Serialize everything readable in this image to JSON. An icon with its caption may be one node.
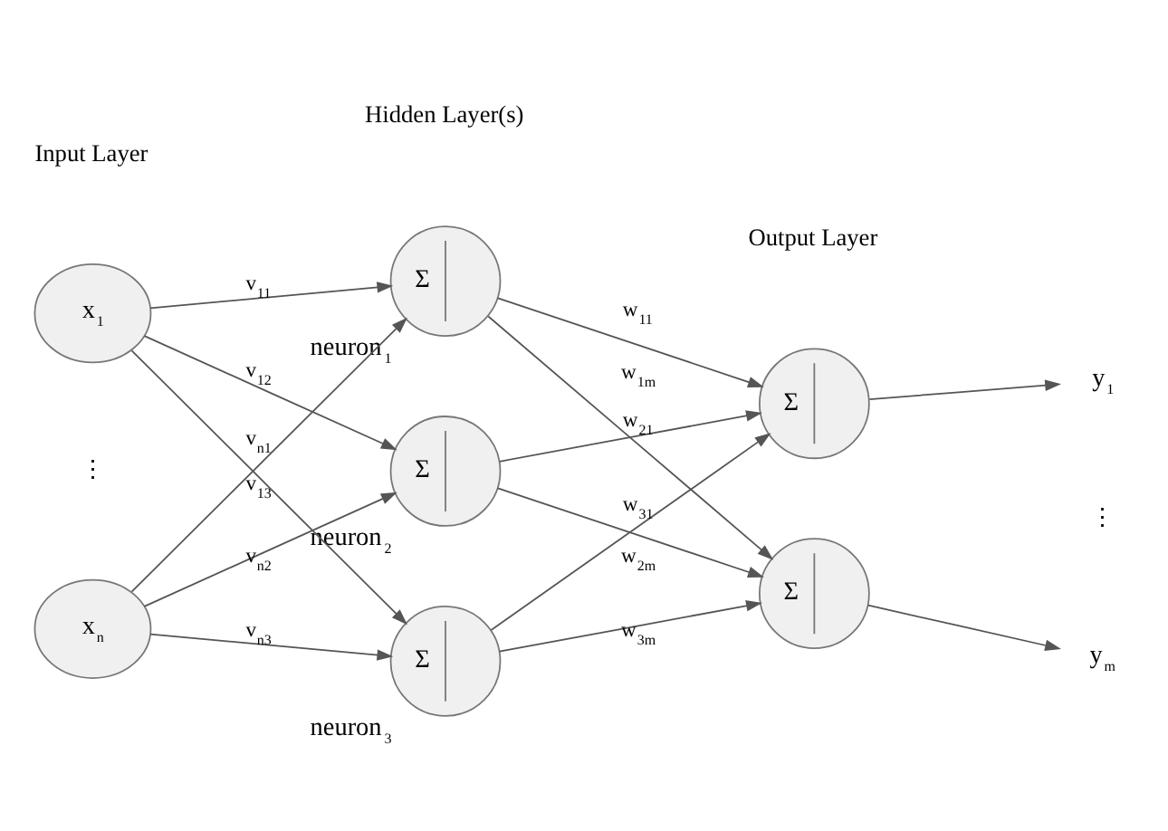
{
  "diagram": {
    "nodes": [
      {
        "text": [
          "x$_{1}$"
        ]
      },
      {
        "text": [
          "x$_{n}$"
        ]
      },
      {
        "text": [
          "Σ"
        ],
        "beside": [
          "neuron$_{1}$"
        ]
      },
      {
        "text": [
          "Σ"
        ],
        "beside": [
          "neuron$_{2}$"
        ]
      },
      {
        "text": [
          "Σ"
        ],
        "beside": [
          "neuron$_{3}$"
        ]
      },
      {
        "text": [
          "Σ"
        ]
      },
      {
        "text": [
          "Σ"
        ]
      },
      {
        "text": [
          "y$_{1}$"
        ]
      },
      {
        "text": [
          "y$_{m}$"
        ]
      }
    ],
    "edges": [
      {
        "from": 0,
        "to": 2,
        "arrow": "to",
        "label": "v$_{11}$"
      },
      {
        "from": 0,
        "to": 3,
        "arrow": "to",
        "label": "v$_{12}$"
      },
      {
        "from": 0,
        "to": 4,
        "arrow": "to",
        "label": "v$_{13}$"
      },
      {
        "from": 1,
        "to": 2,
        "arrow": "to",
        "label": "v$_{n1}$"
      },
      {
        "from": 1,
        "to": 3,
        "arrow": "to",
        "label": "v$_{n2}$"
      },
      {
        "from": 1,
        "to": 4,
        "arrow": "to",
        "label": "v$_{n3}$"
      },
      {
        "from": 2,
        "to": 5,
        "arrow": "to",
        "label": "w$_{11}$"
      },
      {
        "from": 2,
        "to": 6,
        "arrow": "to",
        "label": "w$_{1m}$"
      },
      {
        "from": 3,
        "to": 5,
        "arrow": "to",
        "label": "w$_{21}$"
      },
      {
        "from": 3,
        "to": 6,
        "arrow": "to",
        "label": "w$_{2m}$"
      },
      {
        "from": 4,
        "to": 5,
        "arrow": "to",
        "label": "w$_{31}$"
      },
      {
        "from": 4,
        "to": 6,
        "arrow": "to",
        "label": "w$_{3m}$"
      },
      {
        "from": 5,
        "to": 7,
        "arrow": "to"
      },
      {
        "from": 6,
        "to": 8,
        "arrow": "to"
      }
    ],
    "labels": [
      "Hidden Layer(s)",
      "Input Layer",
      "Output Layer",
      "⋮",
      "⋮"
    ]
  }
}
